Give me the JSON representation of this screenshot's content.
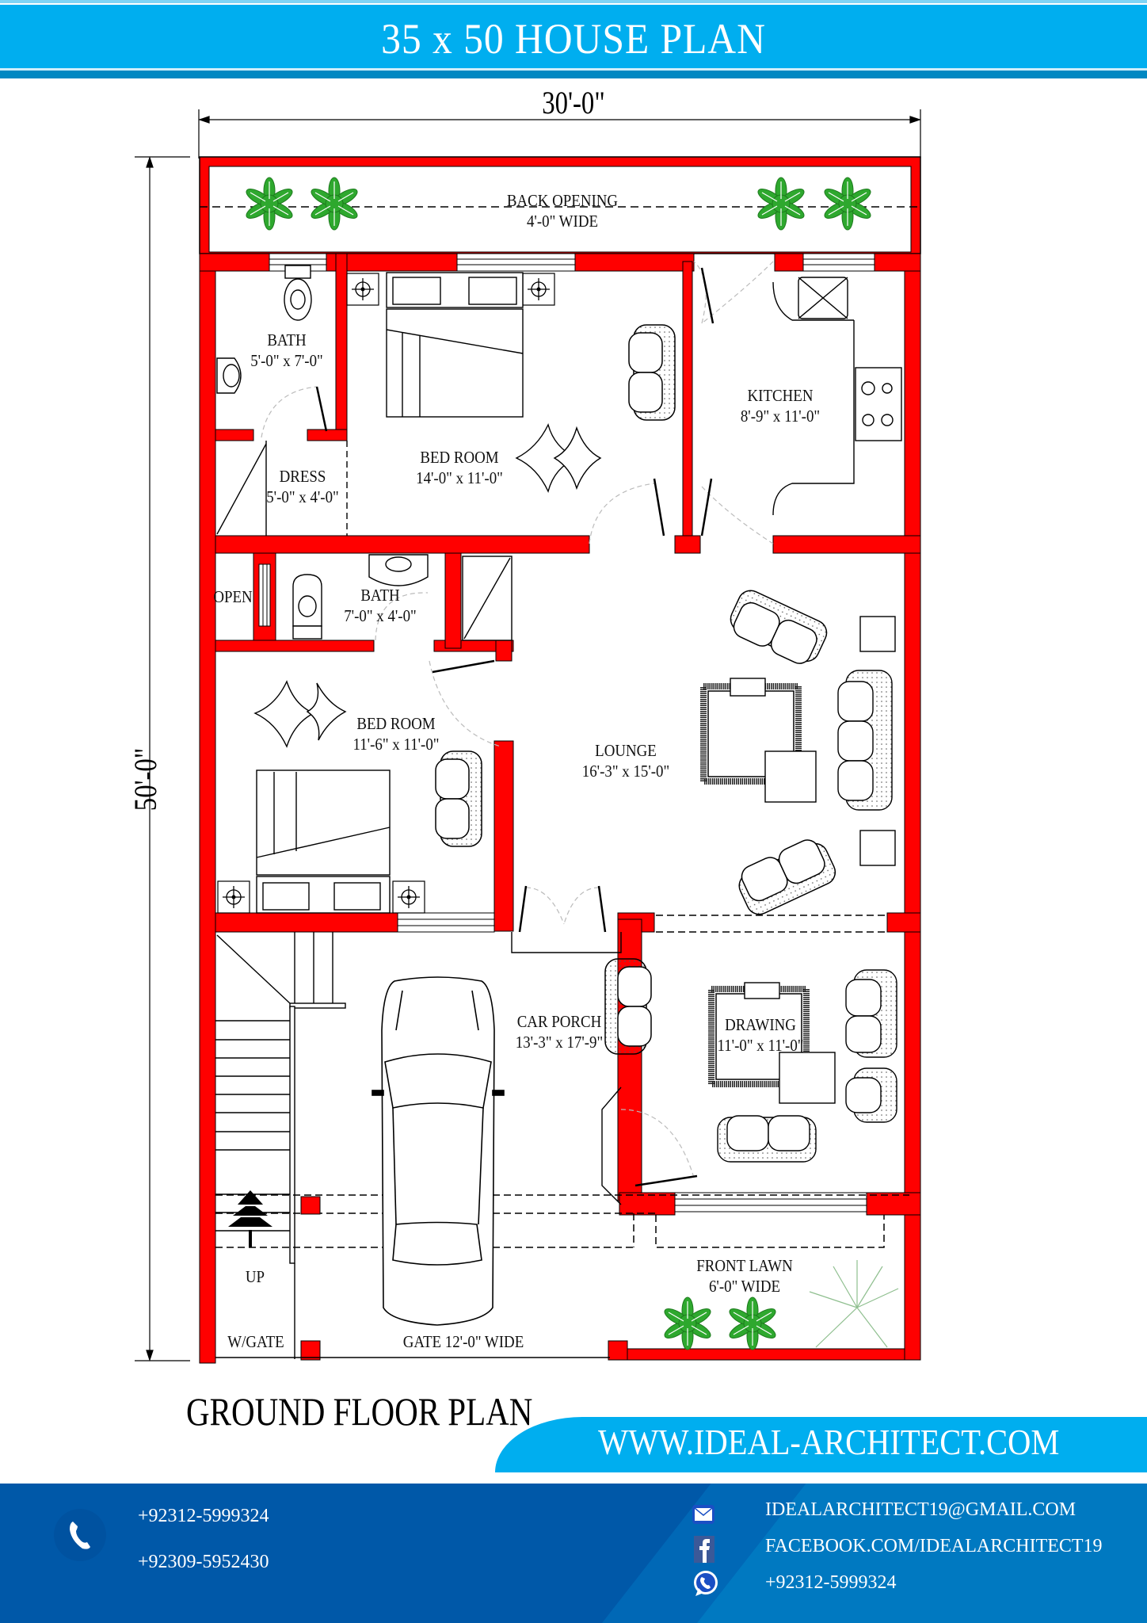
{
  "header": {
    "title": "35 x 50 HOUSE PLAN"
  },
  "dimensions": {
    "width": "30'-0\"",
    "length": "50'-0\""
  },
  "rooms": {
    "back_opening": {
      "name": "BACK OPENING",
      "size": "4'-0\" WIDE"
    },
    "bath1": {
      "name": "BATH",
      "size": "5'-0\" x 7'-0\""
    },
    "dress": {
      "name": "DRESS",
      "size": "5'-0\" x 4'-0\""
    },
    "bedroom1": {
      "name": "BED ROOM",
      "size": "14'-0\" x 11'-0\""
    },
    "kitchen": {
      "name": "KITCHEN",
      "size": "8'-9\" x 11'-0\""
    },
    "open": {
      "name": "OPEN"
    },
    "bath2": {
      "name": "BATH",
      "size": "7'-0\" x 4'-0\""
    },
    "bedroom2": {
      "name": "BED ROOM",
      "size": "11'-6\" x 11'-0\""
    },
    "lounge": {
      "name": "LOUNGE",
      "size": "16'-3\" x 15'-0\""
    },
    "car_porch": {
      "name": "CAR PORCH",
      "size": "13'-3\" x 17'-9\""
    },
    "drawing": {
      "name": "DRAWING",
      "size": "11'-0\" x 11'-0\""
    },
    "front_lawn": {
      "name": "FRONT LAWN",
      "size": "6'-0\" WIDE"
    },
    "stairs": {
      "name": "UP"
    },
    "wicket_gate": {
      "name": "W/GATE"
    },
    "main_gate": {
      "name": "GATE 12'-0\" WIDE"
    }
  },
  "plan_title": "GROUND FLOOR PLAN",
  "website": "WWW.IDEAL-ARCHITECT.COM",
  "footer": {
    "phones": [
      "+92312-5999324",
      "+92309-5952430"
    ],
    "email": "IDEALARCHITECT19@GMAIL.COM",
    "facebook": "FACEBOOK.COM/IDEALARCHITECT19",
    "whatsapp": "+92312-5999324"
  },
  "colors": {
    "header_blue": "#00aeef",
    "footer_blue": "#0058a8",
    "wall_red": "#ff0000",
    "plant_green": "#2ea82e"
  }
}
